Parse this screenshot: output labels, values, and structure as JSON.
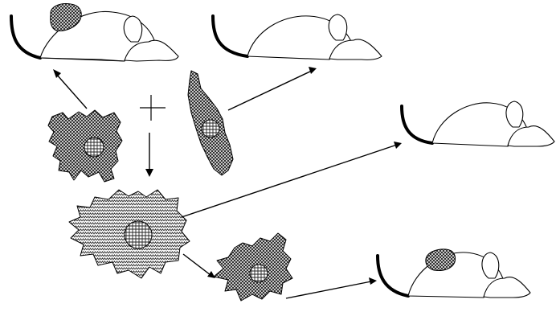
{
  "figure": {
    "mice": [
      {
        "id": "mouse-top-left",
        "tumor": true
      },
      {
        "id": "mouse-top-center",
        "tumor": false
      },
      {
        "id": "mouse-right",
        "tumor": false
      },
      {
        "id": "mouse-bottom-right",
        "tumor": true
      }
    ],
    "cells": [
      {
        "id": "cell-parent-a",
        "pattern": "crosshatch"
      },
      {
        "id": "cell-parent-b",
        "pattern": "crosshatch"
      },
      {
        "id": "cell-hybrid",
        "pattern": "zigzag"
      },
      {
        "id": "cell-segregant",
        "pattern": "crosshatch"
      }
    ],
    "fusion_symbol": "+",
    "colors": {
      "stroke": "#000000",
      "background": "#ffffff",
      "tumor_fill": "#555555",
      "cell_fill": "#6a6a6a",
      "hybrid_fill": "#9a9a9a"
    }
  }
}
